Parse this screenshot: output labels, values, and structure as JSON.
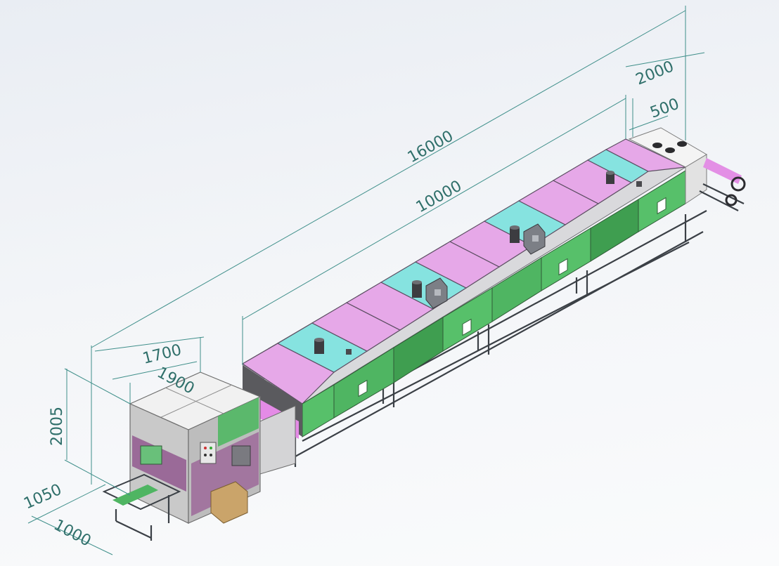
{
  "dimensions": {
    "overall_length": "16000",
    "oven_length": "10000",
    "outlet_length": "2000",
    "exhaust_section": "500",
    "inlet_depth": "1700",
    "inlet_width": "1900",
    "machine_height": "2005",
    "conveyor_height": "1050",
    "conveyor_length": "1000"
  },
  "colors": {
    "roof_magenta": "#e6a8e8",
    "roof_cyan": "#86e3e0",
    "side_green": "#57c06a",
    "side_green_dark": "#3f9e50",
    "cabinet_grey": "#c9c9c9",
    "cabinet_white": "#f1f1f1",
    "dimension_teal": "#3f8f8a",
    "frame_dark": "#3b4046",
    "box_tan": "#caa46a"
  },
  "icons": [
    "fan-motor-icon",
    "control-box-icon",
    "exhaust-port-icon",
    "gear-wheel-icon"
  ]
}
